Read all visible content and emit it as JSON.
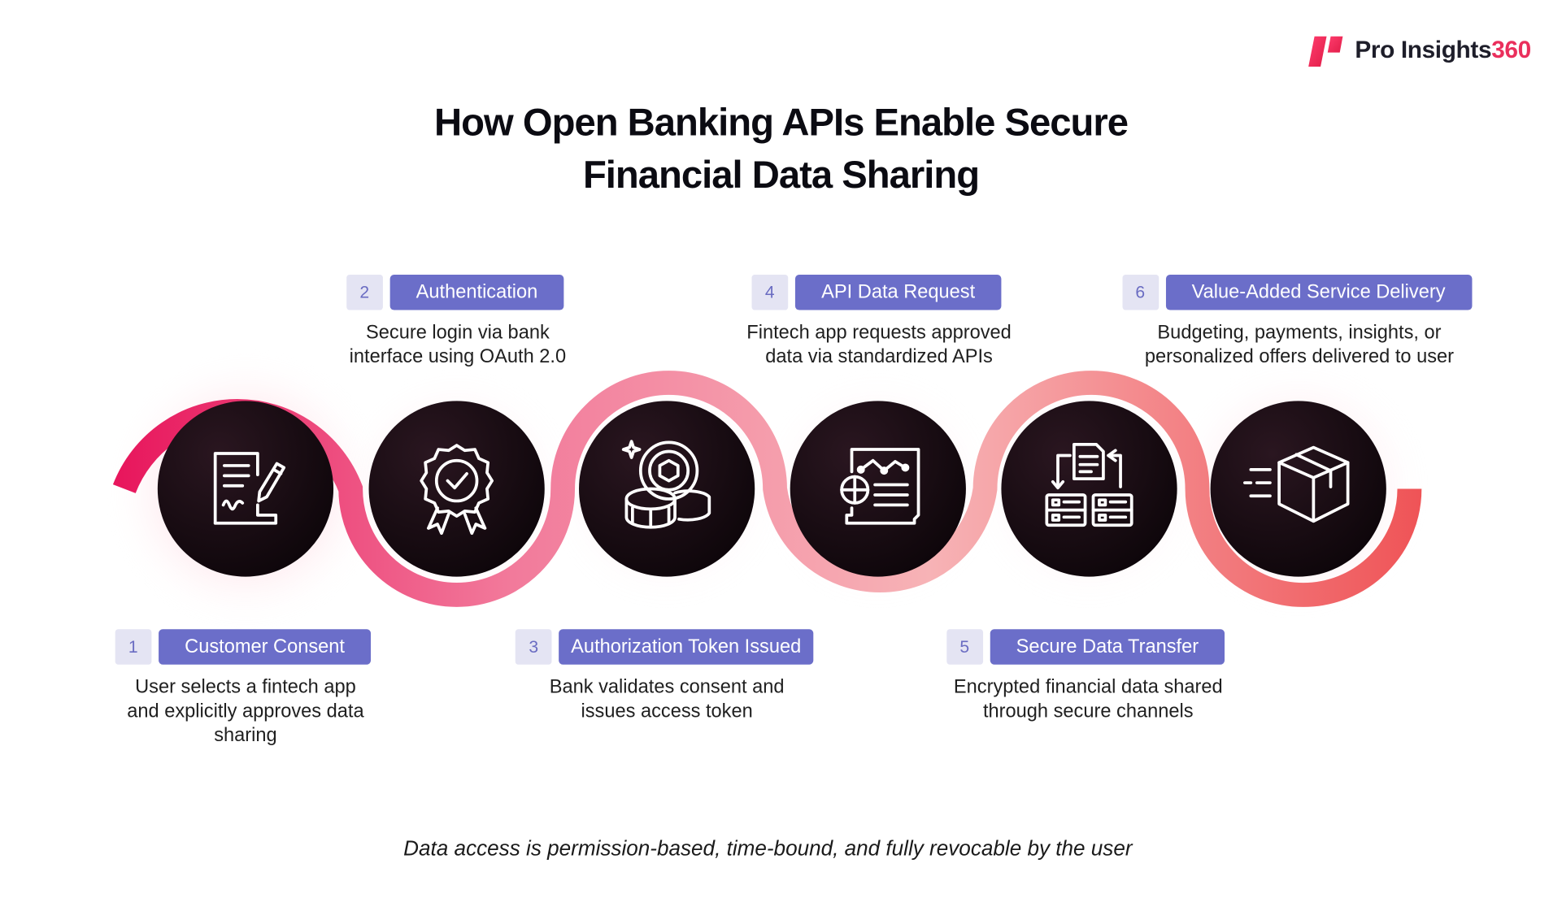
{
  "brand": {
    "name": "Pro Insights",
    "number": "360",
    "colors": {
      "accent": "#ea2f5c",
      "dark": "#1e1e2a"
    }
  },
  "title": {
    "line1": "How Open Banking APIs Enable Secure",
    "line2": "Financial Data Sharing"
  },
  "colors": {
    "label_bg": "#6b6ec9",
    "number_bg": "#e4e4f3",
    "number_text": "#6a6cc2",
    "circle_fill": "#130910",
    "ribbon": [
      "#e8175d",
      "#f27a9b",
      "#f7b3b6",
      "#ef5356"
    ]
  },
  "steps": [
    {
      "number": "1",
      "label": "Customer Consent",
      "description": [
        "User selects a fintech app",
        "and explicitly approves data",
        "sharing"
      ],
      "icon": "signed-document-icon"
    },
    {
      "number": "2",
      "label": "Authentication",
      "description": [
        "Secure login via bank",
        "interface using OAuth 2.0"
      ],
      "icon": "verified-badge-icon"
    },
    {
      "number": "3",
      "label": "Authorization Token Issued",
      "description": [
        "Bank validates consent and",
        "issues access token"
      ],
      "icon": "token-coins-icon"
    },
    {
      "number": "4",
      "label": "API Data Request",
      "description": [
        "Fintech app requests approved",
        "data via standardized APIs"
      ],
      "icon": "data-report-icon"
    },
    {
      "number": "5",
      "label": "Secure Data Transfer",
      "description": [
        "Encrypted financial data shared",
        "through secure channels"
      ],
      "icon": "data-transfer-icon"
    },
    {
      "number": "6",
      "label": "Value-Added Service Delivery",
      "description": [
        "Budgeting, payments, insights, or",
        "personalized offers delivered to user"
      ],
      "icon": "delivery-box-icon"
    }
  ],
  "footnote": "Data access is permission-based, time-bound, and fully revocable by the user"
}
